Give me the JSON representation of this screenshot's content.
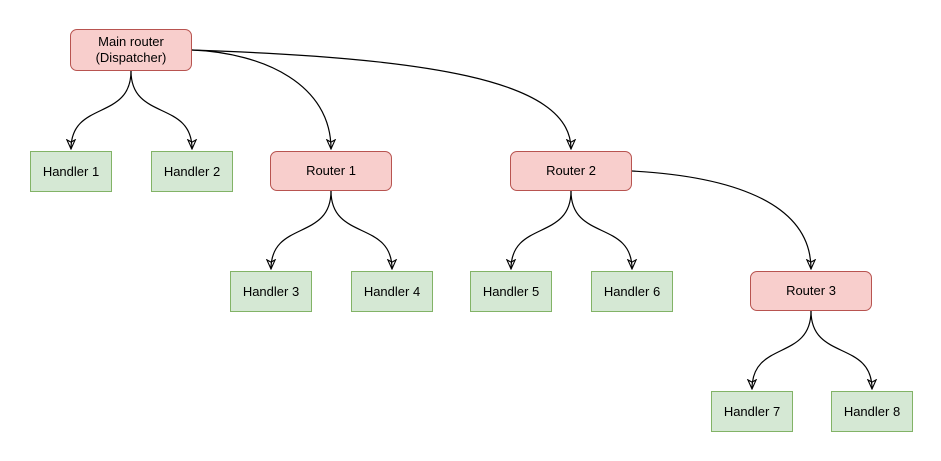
{
  "diagram": {
    "type": "tree-flowchart",
    "nodes": {
      "main": {
        "label": "Main router\n(Dispatcher)",
        "kind": "router"
      },
      "h1": {
        "label": "Handler 1",
        "kind": "handler"
      },
      "h2": {
        "label": "Handler 2",
        "kind": "handler"
      },
      "r1": {
        "label": "Router 1",
        "kind": "router"
      },
      "r2": {
        "label": "Router 2",
        "kind": "router"
      },
      "h3": {
        "label": "Handler 3",
        "kind": "handler"
      },
      "h4": {
        "label": "Handler 4",
        "kind": "handler"
      },
      "h5": {
        "label": "Handler 5",
        "kind": "handler"
      },
      "h6": {
        "label": "Handler 6",
        "kind": "handler"
      },
      "r3": {
        "label": "Router 3",
        "kind": "router"
      },
      "h7": {
        "label": "Handler 7",
        "kind": "handler"
      },
      "h8": {
        "label": "Handler 8",
        "kind": "handler"
      }
    },
    "edges": [
      {
        "from": "Main router (Dispatcher)",
        "to": "Handler 1"
      },
      {
        "from": "Main router (Dispatcher)",
        "to": "Handler 2"
      },
      {
        "from": "Main router (Dispatcher)",
        "to": "Router 1"
      },
      {
        "from": "Main router (Dispatcher)",
        "to": "Router 2"
      },
      {
        "from": "Router 1",
        "to": "Handler 3"
      },
      {
        "from": "Router 1",
        "to": "Handler 4"
      },
      {
        "from": "Router 2",
        "to": "Handler 5"
      },
      {
        "from": "Router 2",
        "to": "Handler 6"
      },
      {
        "from": "Router 2",
        "to": "Router 3"
      },
      {
        "from": "Router 3",
        "to": "Handler 7"
      },
      {
        "from": "Router 3",
        "to": "Handler 8"
      }
    ],
    "colors": {
      "router_fill": "#f8cecc",
      "router_border": "#b85450",
      "handler_fill": "#d5e8d4",
      "handler_border": "#82b366",
      "edge": "#000000",
      "background": "#ffffff"
    }
  }
}
